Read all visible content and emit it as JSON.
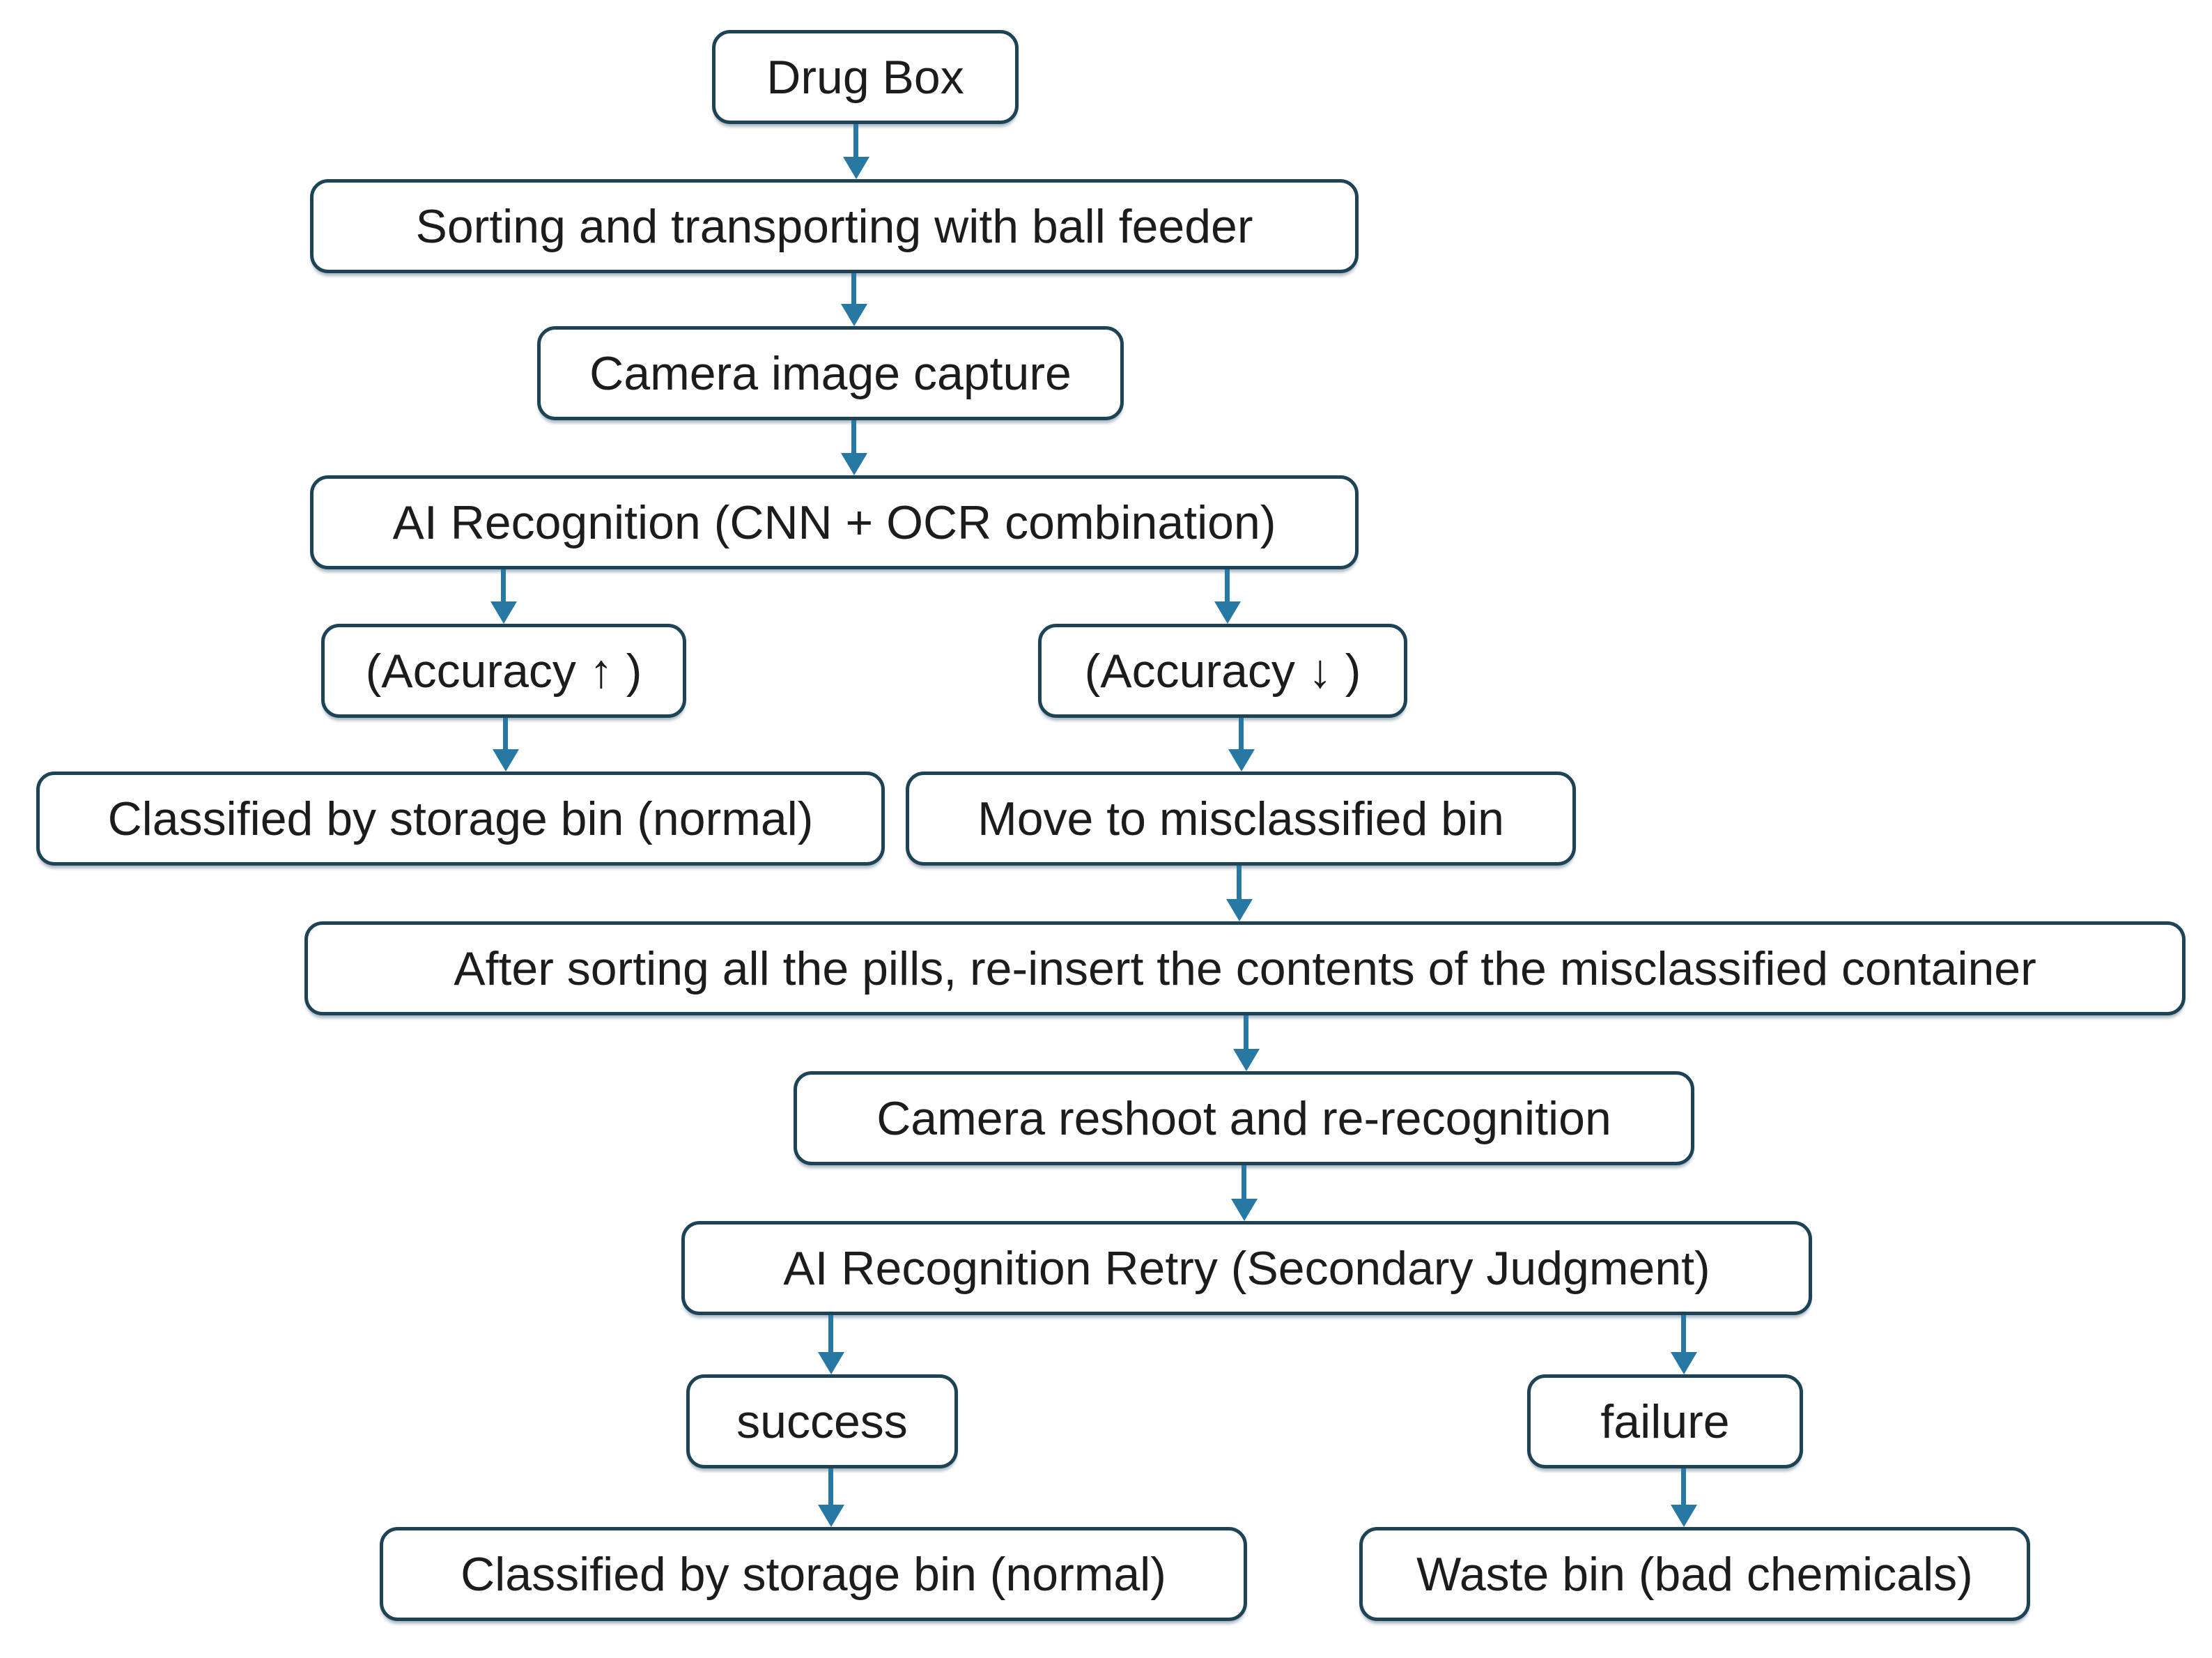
{
  "palette": {
    "box_border": "#1e4356",
    "box_fill": "#ffffff",
    "arrow": "#2878a4",
    "text_color": "#1c1c1c",
    "page_bg": "#ffffff"
  },
  "nodes": {
    "drug_box": {
      "label": "Drug Box"
    },
    "sorting": {
      "label": "Sorting and transporting with ball feeder"
    },
    "camera_capture": {
      "label": "Camera image capture"
    },
    "ai_recognition": {
      "label": "AI Recognition (CNN + OCR combination)"
    },
    "accuracy_high": {
      "label": "(Accuracy ↑ )"
    },
    "accuracy_low": {
      "label": "(Accuracy ↓ )"
    },
    "classified_normal_1": {
      "label": "Classified by storage bin (normal)"
    },
    "move_misclassified": {
      "label": "Move to misclassified bin"
    },
    "reinsert": {
      "label": "After sorting all the pills, re-insert the contents of the misclassified container"
    },
    "camera_reshoot": {
      "label": "Camera reshoot and re-recognition"
    },
    "ai_retry": {
      "label": "AI Recognition Retry (Secondary Judgment)"
    },
    "success": {
      "label": "success"
    },
    "failure": {
      "label": "failure"
    },
    "classified_normal_2": {
      "label": "Classified by storage bin (normal)"
    },
    "waste_bin": {
      "label": "Waste bin (bad chemicals)"
    }
  },
  "edges": [
    {
      "from": "drug_box",
      "to": "sorting"
    },
    {
      "from": "sorting",
      "to": "camera_capture"
    },
    {
      "from": "camera_capture",
      "to": "ai_recognition"
    },
    {
      "from": "ai_recognition",
      "to": "accuracy_high"
    },
    {
      "from": "ai_recognition",
      "to": "accuracy_low"
    },
    {
      "from": "accuracy_high",
      "to": "classified_normal_1"
    },
    {
      "from": "accuracy_low",
      "to": "move_misclassified"
    },
    {
      "from": "move_misclassified",
      "to": "reinsert"
    },
    {
      "from": "reinsert",
      "to": "camera_reshoot"
    },
    {
      "from": "camera_reshoot",
      "to": "ai_retry"
    },
    {
      "from": "ai_retry",
      "to": "success"
    },
    {
      "from": "ai_retry",
      "to": "failure"
    },
    {
      "from": "success",
      "to": "classified_normal_2"
    },
    {
      "from": "failure",
      "to": "waste_bin"
    }
  ]
}
